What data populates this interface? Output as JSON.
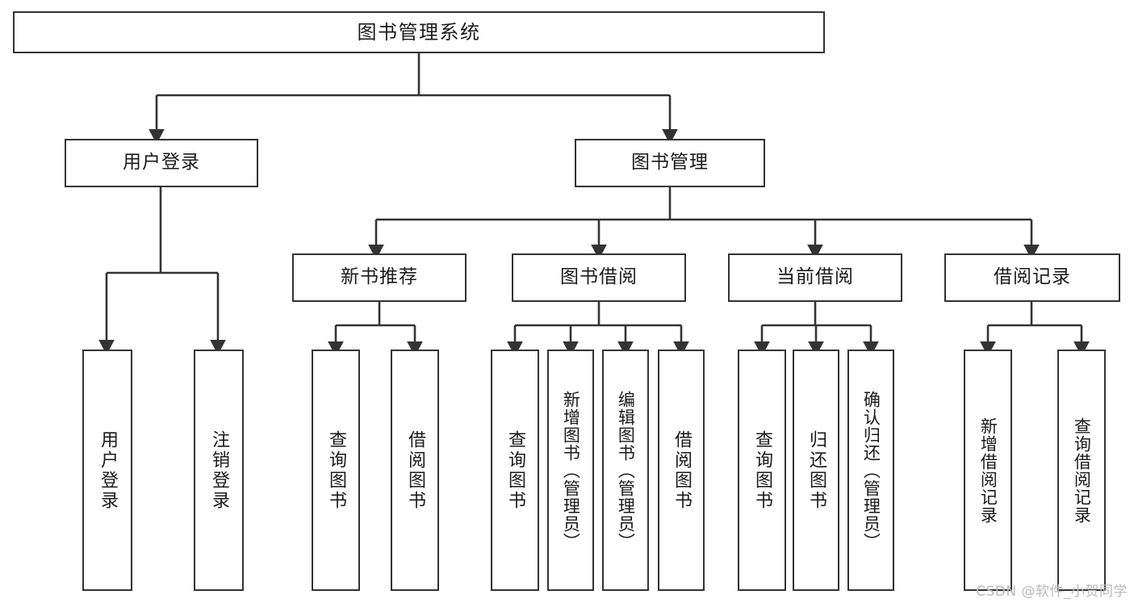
{
  "diagram": {
    "title_text": "图书管理系统",
    "watermark": "CSDN @软件_小贺同学",
    "line_color": "#333333",
    "box_fill": "#ffffff",
    "text_color": "#1a1a1a",
    "root": {
      "label": "图书管理系统"
    },
    "level2": [
      {
        "label": "用户登录"
      },
      {
        "label": "图书管理"
      }
    ],
    "level3": [
      {
        "label": "新书推荐"
      },
      {
        "label": "图书借阅"
      },
      {
        "label": "当前借阅"
      },
      {
        "label": "借阅记录"
      }
    ],
    "leaves": {
      "user_login": [
        {
          "label": "用户登录"
        },
        {
          "label": "注销登录"
        }
      ],
      "new_book_recommend": [
        {
          "label": "查询图书"
        },
        {
          "label": "借阅图书"
        }
      ],
      "book_borrow": [
        {
          "label": "查询图书"
        },
        {
          "label": "新增图书（管理员）"
        },
        {
          "label": "编辑图书（管理员）"
        },
        {
          "label": "借阅图书"
        }
      ],
      "current_borrow": [
        {
          "label": "查询图书"
        },
        {
          "label": "归还图书"
        },
        {
          "label": "确认归还（管理员）"
        }
      ],
      "borrow_record": [
        {
          "label": "新增借阅记录"
        },
        {
          "label": "查询借阅记录"
        }
      ]
    }
  }
}
